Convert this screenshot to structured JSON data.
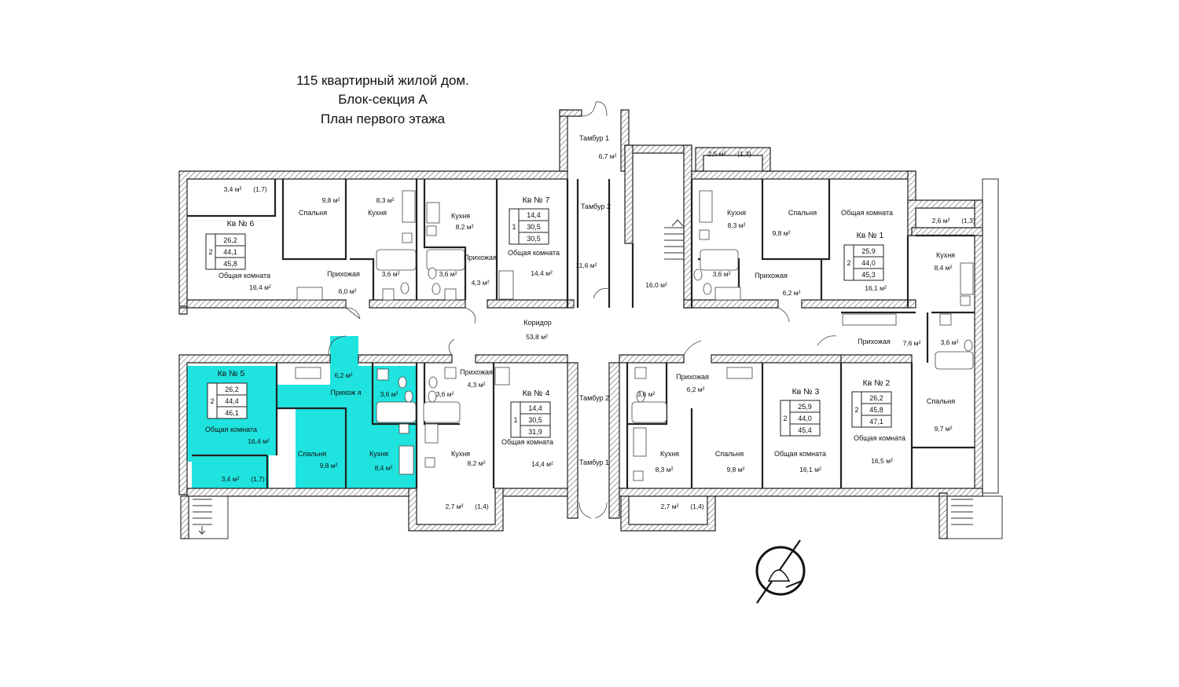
{
  "title": {
    "line1": "115 квартирный жилой дом.",
    "line2": "Блок-секция А",
    "line3": "План первого этажа"
  },
  "highlight_color": "#1fe3de",
  "apartments": [
    {
      "id": "6",
      "label": "Кв № 6",
      "rooms": "2",
      "values": [
        "26,2",
        "44,1",
        "45,8"
      ]
    },
    {
      "id": "7",
      "label": "Кв № 7",
      "rooms": "1",
      "values": [
        "14,4",
        "30,5",
        "30,5"
      ]
    },
    {
      "id": "1",
      "label": "Кв № 1",
      "rooms": "2",
      "values": [
        "25,9",
        "44,0",
        "45,3"
      ]
    },
    {
      "id": "5",
      "label": "Кв № 5",
      "rooms": "2",
      "values": [
        "26,2",
        "44,4",
        "46,1"
      ],
      "selected": true
    },
    {
      "id": "4",
      "label": "Кв № 4",
      "rooms": "1",
      "values": [
        "14,4",
        "30,5",
        "31,9"
      ]
    },
    {
      "id": "3",
      "label": "Кв № 3",
      "rooms": "2",
      "values": [
        "25,9",
        "44,0",
        "45,4"
      ]
    },
    {
      "id": "2",
      "label": "Кв № 2",
      "rooms": "2",
      "values": [
        "26,2",
        "45,8",
        "47,1"
      ]
    }
  ],
  "rooms": [
    {
      "name": "Тамбур 1",
      "area": "6,7 м²"
    },
    {
      "name": "Тамбур 2",
      "area": "11,6 м²"
    },
    {
      "name": "",
      "area": "16,0 м²"
    },
    {
      "name": "Коридор",
      "area": "53,8 м²"
    },
    {
      "name": "",
      "area": "3,4 м²",
      "note": "(1,7)"
    },
    {
      "name": "Спальня",
      "area": "9,8 м²"
    },
    {
      "name": "Кухня",
      "area": "8,3 м²"
    },
    {
      "name": "Кухня",
      "area": "8,2 м²"
    },
    {
      "name": "Общая комната",
      "area": "16,4 м²"
    },
    {
      "name": "Прихожая",
      "area": "6,0 м²"
    },
    {
      "name": "",
      "area": "3,6 м²"
    },
    {
      "name": "",
      "area": "3,6 м²"
    },
    {
      "name": "Прихожая",
      "area": "4,3 м²"
    },
    {
      "name": "Общая комната",
      "area": "14,4 м²"
    },
    {
      "name": "",
      "area": "2,5 м²",
      "note": "(1,3)"
    },
    {
      "name": "Кухня",
      "area": "8,3 м²"
    },
    {
      "name": "Спальня",
      "area": "9,8 м²"
    },
    {
      "name": "Общая комната",
      "area": "16,1 м²"
    },
    {
      "name": "",
      "area": "3,6 м²"
    },
    {
      "name": "Прихожая",
      "area": "6,2 м²"
    },
    {
      "name": "",
      "area": "2,6 м²",
      "note": "(1,3)"
    },
    {
      "name": "Кухня",
      "area": "8,4 м²"
    },
    {
      "name": "Прихожая",
      "area": "7,6 м²"
    },
    {
      "name": "",
      "area": "3,6 м²"
    },
    {
      "name": "",
      "area": "6,2 м²"
    },
    {
      "name": "Прихож я",
      "area": ""
    },
    {
      "name": "",
      "area": "3,6 м²"
    },
    {
      "name": "",
      "area": "3,6 м²"
    },
    {
      "name": "Прихожая",
      "area": "4,3 м²"
    },
    {
      "name": "Общая комната",
      "area": "16,4 м²"
    },
    {
      "name": "Спальня",
      "area": "9,8 м²"
    },
    {
      "name": "Кухня",
      "area": "8,4 м²"
    },
    {
      "name": "",
      "area": "3,4 м²",
      "note": "(1,7)"
    },
    {
      "name": "Кухня",
      "area": "8,2 м²"
    },
    {
      "name": "Общая комната",
      "area": "14,4 м²"
    },
    {
      "name": "Тамбур 2",
      "area": ""
    },
    {
      "name": "Тамбур 1",
      "area": ""
    },
    {
      "name": "",
      "area": "2,7 м²",
      "note": "(1,4)"
    },
    {
      "name": "",
      "area": "2,7 м²",
      "note": "(1,4)"
    },
    {
      "name": "",
      "area": "3,6 м²"
    },
    {
      "name": "Прихожая",
      "area": "6,2 м²"
    },
    {
      "name": "Кухня",
      "area": "8,3 м²"
    },
    {
      "name": "Спальня",
      "area": "9,8 м²"
    },
    {
      "name": "Общая комната",
      "area": "16,1 м²"
    },
    {
      "name": "Общая комната",
      "area": "16,5 м²"
    },
    {
      "name": "Спальня",
      "area": "9,7 м²"
    }
  ]
}
